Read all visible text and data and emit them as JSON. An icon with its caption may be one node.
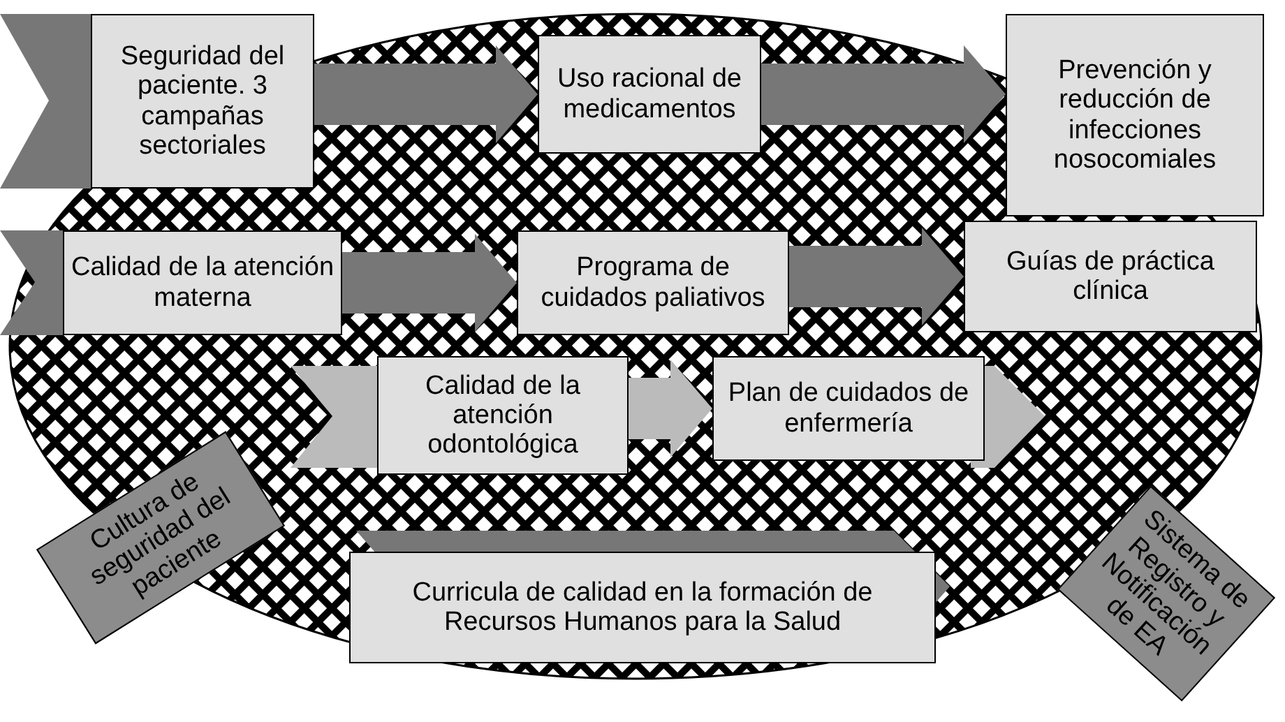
{
  "diagram": {
    "nodes": [
      {
        "text": [
          "Seguridad del paciente. 3 campañas sectoriales"
        ]
      },
      {
        "text": [
          "Uso racional de medicamentos"
        ]
      },
      {
        "text": [
          "Prevención y reducción de infecciones nosocomiales"
        ]
      },
      {
        "text": [
          "Calidad de la atención materna"
        ]
      },
      {
        "text": [
          "Programa de cuidados paliativos"
        ]
      },
      {
        "text": [
          "Guías de práctica clínica"
        ]
      },
      {
        "text": [
          "Calidad de la atención odontológica"
        ]
      },
      {
        "text": [
          "Plan de cuidados de enfermería"
        ]
      },
      {
        "text": [
          "Cultura de seguridad del paciente"
        ]
      },
      {
        "text": [
          "Curricula de calidad en la formación de Recursos Humanos para la Salud"
        ]
      },
      {
        "text": [
          "Sistema de Registro y Notificación de EA"
        ]
      }
    ],
    "edges": [
      {
        "from": 0,
        "to": 1,
        "arrow": "to"
      },
      {
        "from": 1,
        "to": 2,
        "arrow": "to"
      },
      {
        "from": 3,
        "to": 4,
        "arrow": "to"
      },
      {
        "from": 4,
        "to": 5,
        "arrow": "to"
      },
      {
        "from": 6,
        "to": 7,
        "arrow": "to",
        "color": "#bbbbbb"
      }
    ]
  }
}
